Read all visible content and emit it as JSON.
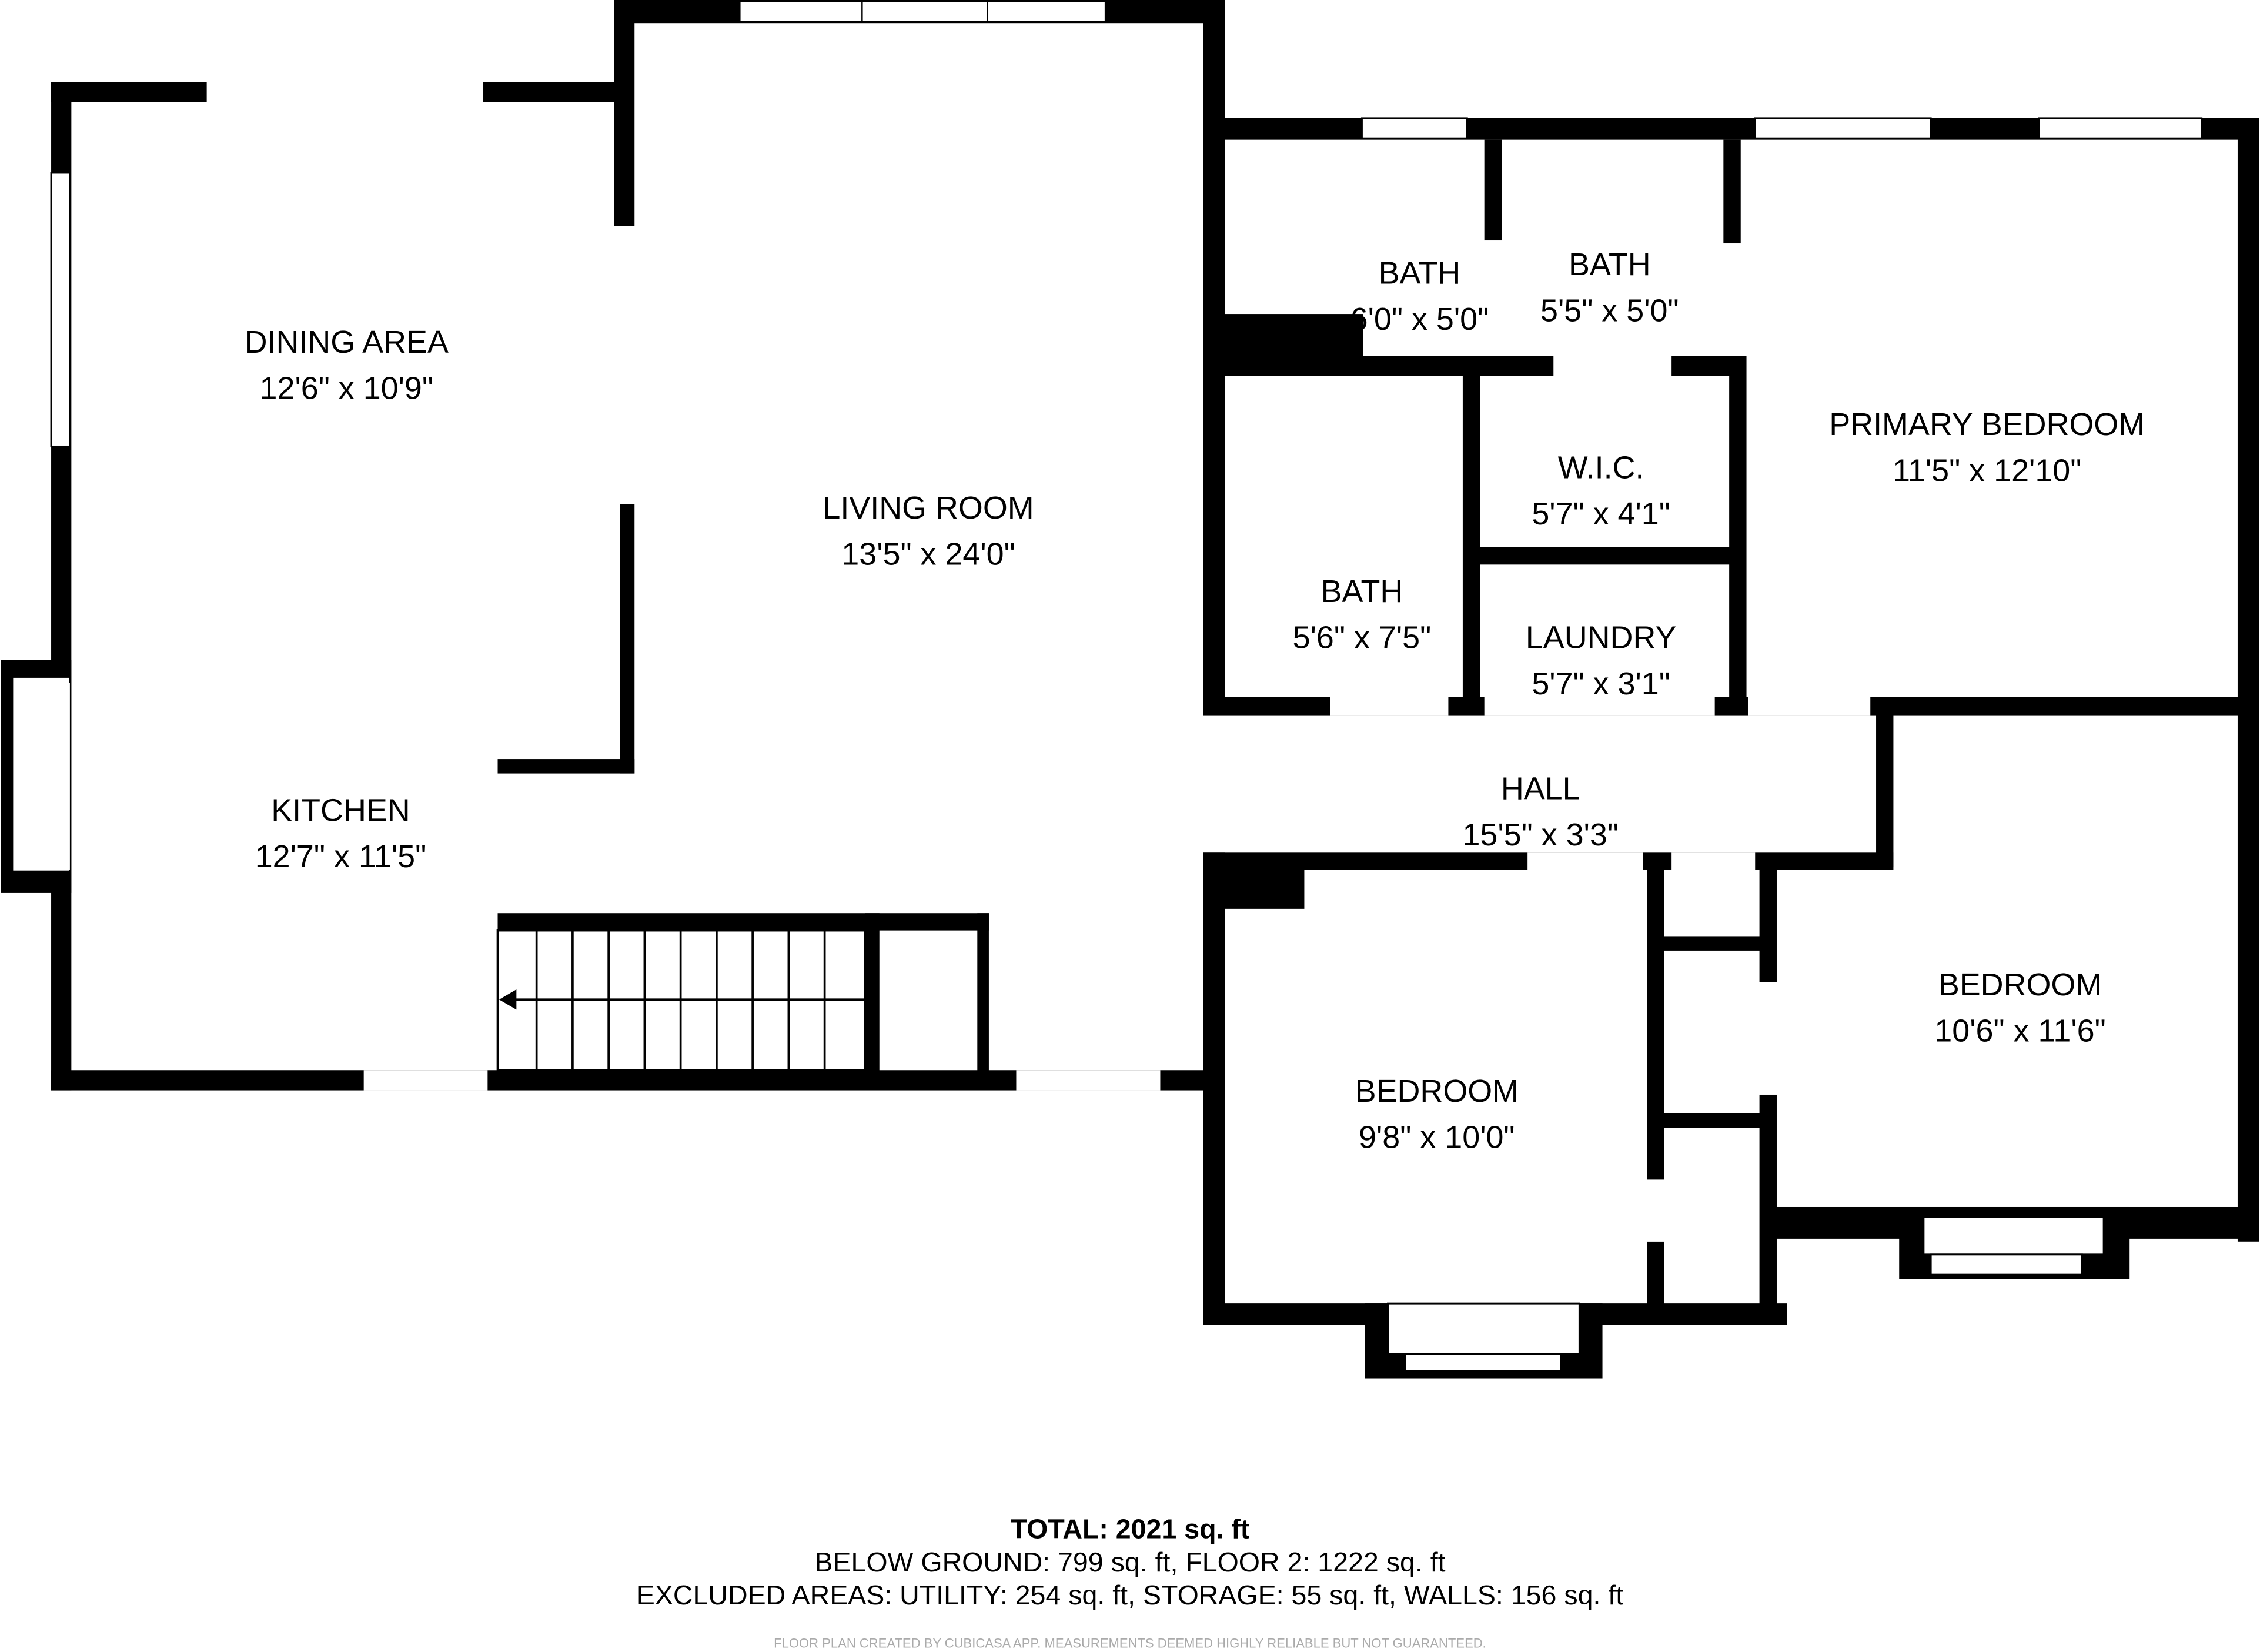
{
  "rooms": [
    {
      "name": "DINING AREA",
      "dims": "12'6\" x 10'9\""
    },
    {
      "name": "LIVING ROOM",
      "dims": "13'5\" x 24'0\""
    },
    {
      "name": "KITCHEN",
      "dims": "12'7\" x 11'5\""
    },
    {
      "name": "BATH",
      "dims": "6'0\" x 5'0\""
    },
    {
      "name": "BATH",
      "dims": "5'5\" x 5'0\""
    },
    {
      "name": "PRIMARY BEDROOM",
      "dims": "11'5\" x 12'10\""
    },
    {
      "name": "W.I.C.",
      "dims": "5'7\" x 4'1\""
    },
    {
      "name": "BATH",
      "dims": "5'6\" x 7'5\""
    },
    {
      "name": "LAUNDRY",
      "dims": "5'7\" x 3'1\""
    },
    {
      "name": "HALL",
      "dims": "15'5\" x 3'3\""
    },
    {
      "name": "BEDROOM",
      "dims": "10'6\" x 11'6\""
    },
    {
      "name": "BEDROOM",
      "dims": "9'8\" x 10'0\""
    }
  ],
  "summary": {
    "total": "TOTAL: 2021 sq. ft",
    "floors": "BELOW GROUND: 799 sq. ft, FLOOR 2: 1222 sq. ft",
    "excluded": "EXCLUDED AREAS: UTILITY: 254 sq. ft, STORAGE: 55 sq. ft, WALLS: 156 sq. ft"
  },
  "footer": "FLOOR PLAN CREATED BY CUBICASA APP. MEASUREMENTS DEEMED HIGHLY RELIABLE BUT NOT GUARANTEED.",
  "colors": {
    "walls": "#000000",
    "background": "#ffffff",
    "footer": "#aaaaaa"
  }
}
